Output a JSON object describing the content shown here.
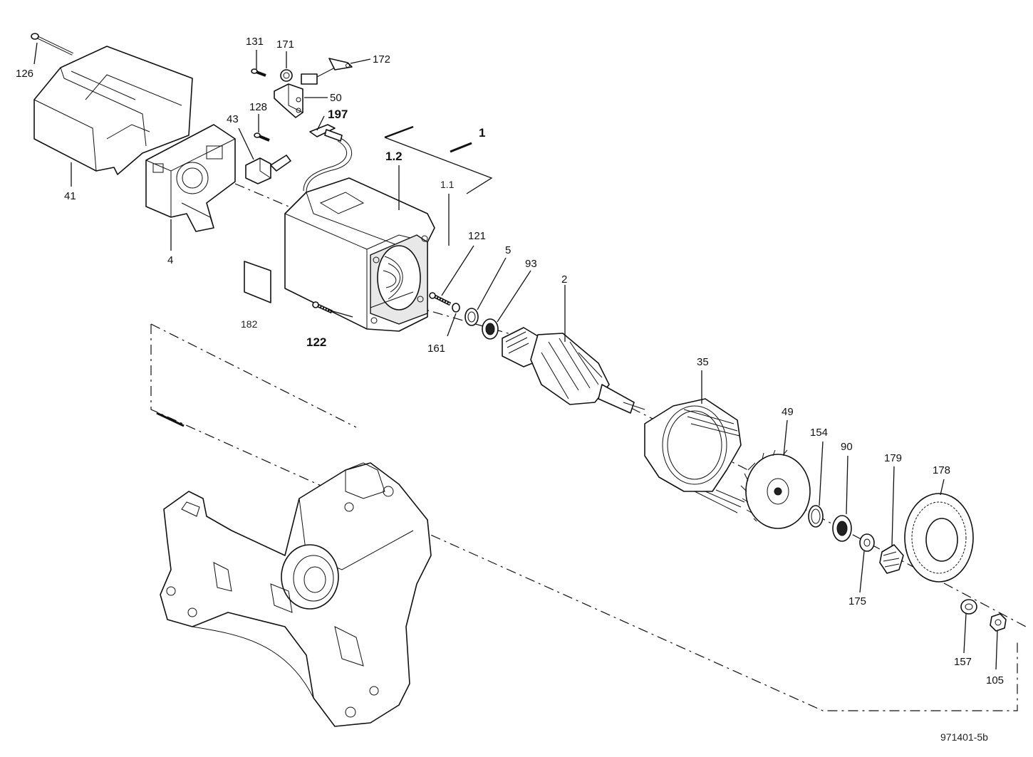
{
  "drawing_id": "971401-5b",
  "callouts": [
    {
      "id": "126",
      "text": "126",
      "style": "normal"
    },
    {
      "id": "41",
      "text": "41",
      "style": "normal"
    },
    {
      "id": "43",
      "text": "43",
      "style": "normal"
    },
    {
      "id": "4",
      "text": "4",
      "style": "normal"
    },
    {
      "id": "131",
      "text": "131",
      "style": "normal"
    },
    {
      "id": "171",
      "text": "171",
      "style": "normal"
    },
    {
      "id": "172",
      "text": "172",
      "style": "normal"
    },
    {
      "id": "50",
      "text": "50",
      "style": "normal"
    },
    {
      "id": "128",
      "text": "128",
      "style": "normal"
    },
    {
      "id": "197",
      "text": "197",
      "style": "bold"
    },
    {
      "id": "1",
      "text": "1",
      "style": "bold"
    },
    {
      "id": "1.2",
      "text": "1.2",
      "style": "bold"
    },
    {
      "id": "1.1",
      "text": "1.1",
      "style": "small"
    },
    {
      "id": "121",
      "text": "121",
      "style": "normal"
    },
    {
      "id": "5",
      "text": "5",
      "style": "normal"
    },
    {
      "id": "93",
      "text": "93",
      "style": "normal"
    },
    {
      "id": "2",
      "text": "2",
      "style": "normal"
    },
    {
      "id": "182",
      "text": "182",
      "style": "small"
    },
    {
      "id": "122",
      "text": "122",
      "style": "bold"
    },
    {
      "id": "161",
      "text": "161",
      "style": "normal"
    },
    {
      "id": "35",
      "text": "35",
      "style": "normal"
    },
    {
      "id": "49",
      "text": "49",
      "style": "normal"
    },
    {
      "id": "154",
      "text": "154",
      "style": "normal"
    },
    {
      "id": "90",
      "text": "90",
      "style": "normal"
    },
    {
      "id": "179",
      "text": "179",
      "style": "normal"
    },
    {
      "id": "178",
      "text": "178",
      "style": "normal"
    },
    {
      "id": "175",
      "text": "175",
      "style": "normal"
    },
    {
      "id": "157",
      "text": "157",
      "style": "normal"
    },
    {
      "id": "105",
      "text": "105",
      "style": "normal"
    }
  ]
}
